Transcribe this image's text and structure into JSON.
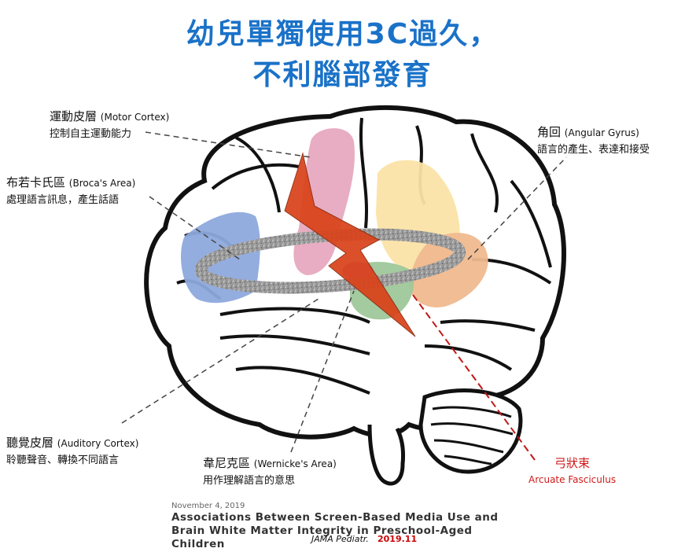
{
  "title": {
    "line1": "幼兒單獨使用3C過久，",
    "line2": "不利腦部發育"
  },
  "labels": {
    "motor": {
      "zh": "運動皮層",
      "en": "(Motor Cortex)",
      "desc": "控制自主運動能力"
    },
    "broca": {
      "zh": "布若卡氏區",
      "en": "(Broca's Area)",
      "desc": "處理語言訊息，產生話語"
    },
    "angular": {
      "zh": "角回",
      "en": "(Angular Gyrus)",
      "desc": "語言的產生、表達和接受"
    },
    "auditory": {
      "zh": "聽覺皮層",
      "en": "(Auditory Cortex)",
      "desc": "聆聽聲音、轉換不同語言"
    },
    "wernicke": {
      "zh": "韋尼克區",
      "en": "(Wernicke's Area)",
      "desc": "用作理解語言的意思"
    },
    "arcuate": {
      "zh": "弓狀束",
      "en": "Arcuate Fasciculus"
    }
  },
  "citation": {
    "date": "November 4, 2019",
    "title_line1": "Associations Between Screen-Based Media Use and",
    "title_line2": "Brain White Matter Integrity in Preschool-Aged",
    "title_line3": "Children",
    "journal": "JAMA Pediatr.",
    "year": "2019.11"
  },
  "colors": {
    "title": "#1a72c8",
    "motor_region": "#e7a9bf",
    "broca_region": "#8ea9dd",
    "angular_region": "#fbe3a6",
    "wernicke_region": "#9fc79a",
    "arcuate_band": "#f0b98f",
    "lightning": "#d9431a",
    "arcuate_label": "#d11a1a"
  }
}
